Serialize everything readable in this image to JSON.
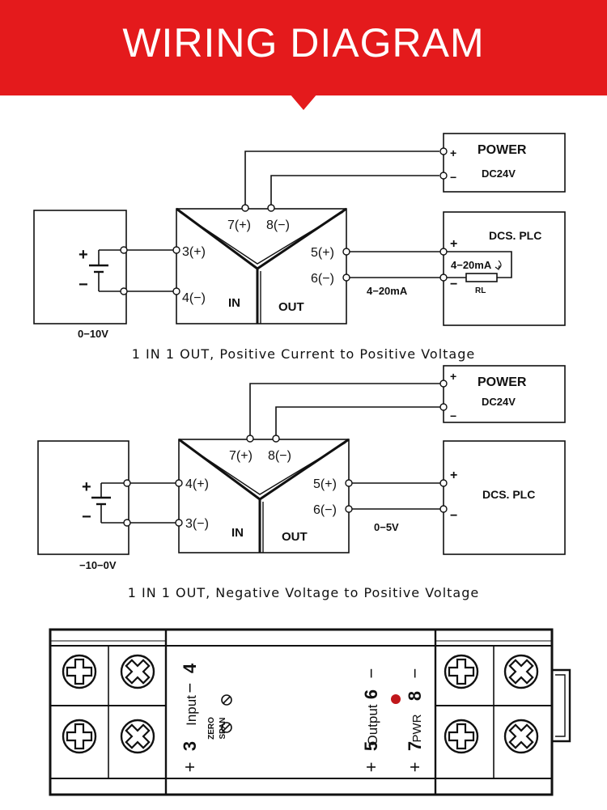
{
  "header": {
    "title": "WIRING DIAGRAM",
    "accent_color": "#e41a1c"
  },
  "diagram1": {
    "power_label": "POWER",
    "power_voltage": "DC24V",
    "plus": "+",
    "minus": "−",
    "power_in_plus": "7(+)",
    "power_in_minus": "8(−)",
    "input_plus": "3(+)",
    "input_minus": "4(−)",
    "output_plus": "5(+)",
    "output_minus": "6(−)",
    "in_label": "IN",
    "out_label": "OUT",
    "source_label": "0−10V",
    "output_signal": "4−20mA",
    "dcs_label": "DCS. PLC",
    "loop_label": "4−20mA",
    "resistor_label": "RL",
    "caption": "1 IN 1 OUT, Positive Current to Positive Voltage"
  },
  "diagram2": {
    "power_label": "POWER",
    "power_voltage": "DC24V",
    "plus": "+",
    "minus": "−",
    "power_in_plus": "7(+)",
    "power_in_minus": "8(−)",
    "input_plus": "4(+)",
    "input_minus": "3(−)",
    "output_plus": "5(+)",
    "output_minus": "6(−)",
    "in_label": "IN",
    "out_label": "OUT",
    "source_label": "−10−0V",
    "output_signal": "0−5V",
    "dcs_label": "DCS. PLC",
    "caption": "1 IN 1 OUT, Negative Voltage to Positive Voltage"
  },
  "module": {
    "minus_sign": "−",
    "plus_sign": "+",
    "input_text": "Input",
    "input_minus_num": "4",
    "input_plus_num": "3",
    "zero_label": "ZERO",
    "span_label": "SPAN",
    "output_text": "Output",
    "output_minus_num": "6",
    "output_plus_num": "5",
    "pwr_label": "PWR",
    "pwr_minus_num": "8",
    "pwr_plus_num": "7",
    "led_color": "#c0171b"
  }
}
